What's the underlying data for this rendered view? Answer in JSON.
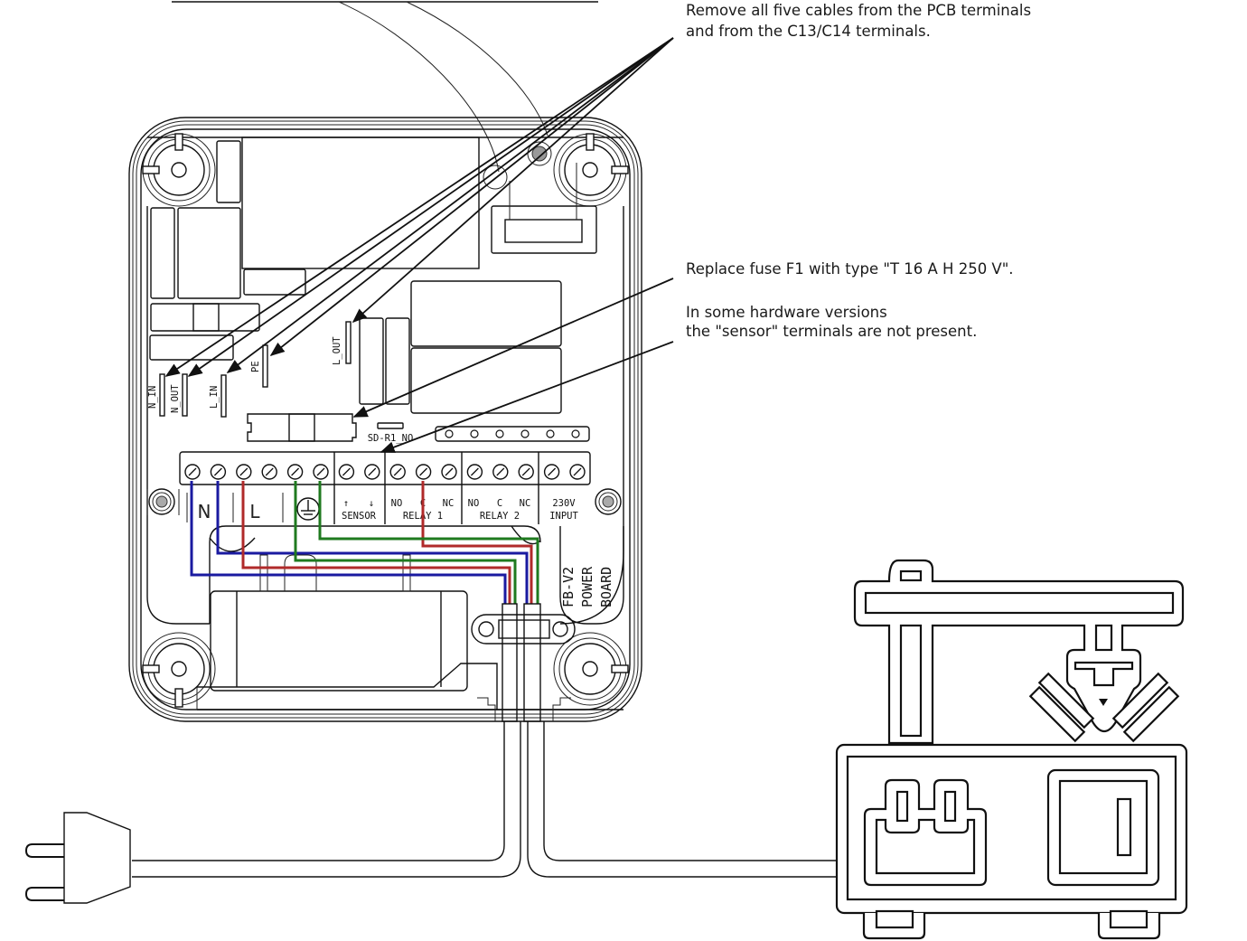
{
  "annotations": {
    "remove_cables": {
      "line1": "Remove all five cables from the PCB terminals",
      "line2": "and from the C13/C14 terminals."
    },
    "replace_fuse": {
      "line1": "Replace fuse F1 with type \"T 16 A H 250 V\"."
    },
    "sensor_note": {
      "line1": "In some hardware versions",
      "line2": "the \"sensor\" terminals are not present."
    }
  },
  "pcb": {
    "connector_labels": [
      "N_IN",
      "N_OUT",
      "L_IN",
      "PE",
      "L_OUT"
    ],
    "fuse_jumper_label": "SD-R1_NO",
    "board_name": [
      "FB-V2",
      "POWER",
      "BOARD"
    ],
    "terminal_count": 16,
    "terminal_groups": {
      "mains_n": "N",
      "mains_l": "L",
      "earth_symbol": "protective-earth-icon",
      "sensor": {
        "up": "↑",
        "down": "↓",
        "label": "SENSOR"
      },
      "relay1": {
        "no": "NO",
        "c": "C",
        "nc": "NC",
        "label": "RELAY 1"
      },
      "relay2": {
        "no": "NO",
        "c": "C",
        "nc": "NC",
        "label": "RELAY 2"
      },
      "input": {
        "line1": "230V",
        "line2": "INPUT"
      }
    }
  },
  "wires": {
    "neutral_color": "#1a1aa0",
    "live_color": "#b02a2a",
    "earth_color": "#1f7a1f"
  },
  "icons": {
    "plug": "mains-plug-icon",
    "printer": "3d-printer-icon",
    "c14_inlet": "c14-inlet-icon",
    "switch": "power-switch-icon"
  }
}
